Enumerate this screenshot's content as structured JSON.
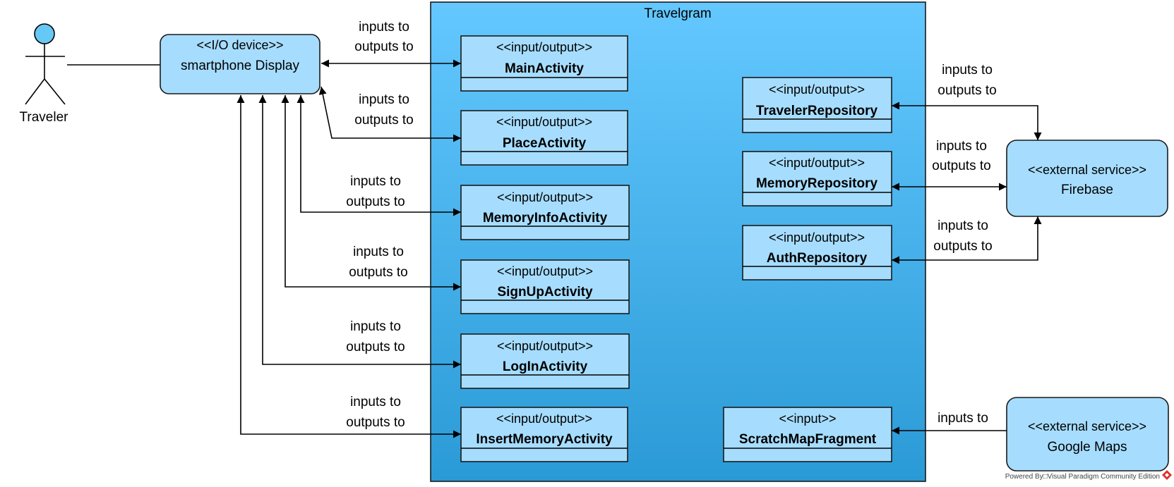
{
  "diagram": {
    "system_title": "Travelgram",
    "actor": {
      "name": "Traveler"
    },
    "devices": [
      {
        "stereotype": "<<I/O device>>",
        "name": "smartphone Display"
      }
    ],
    "external_services": [
      {
        "stereotype": "<<external service>>",
        "name": "Firebase"
      },
      {
        "stereotype": "<<external service>>",
        "name": "Google Maps"
      }
    ],
    "classes": [
      {
        "stereotype": "<<input/output>>",
        "name": "MainActivity"
      },
      {
        "stereotype": "<<input/output>>",
        "name": "PlaceActivity"
      },
      {
        "stereotype": "<<input/output>>",
        "name": "MemoryInfoActivity"
      },
      {
        "stereotype": "<<input/output>>",
        "name": "SignUpActivity"
      },
      {
        "stereotype": "<<input/output>>",
        "name": "LogInActivity"
      },
      {
        "stereotype": "<<input/output>>",
        "name": "InsertMemoryActivity"
      },
      {
        "stereotype": "<<input/output>>",
        "name": "TravelerRepository"
      },
      {
        "stereotype": "<<input/output>>",
        "name": "MemoryRepository"
      },
      {
        "stereotype": "<<input/output>>",
        "name": "AuthRepository"
      },
      {
        "stereotype": "<<input>>",
        "name": "ScratchMapFragment"
      }
    ],
    "connection_labels": [
      {
        "line1": "inputs to",
        "line2": "outputs to"
      },
      {
        "line1": "inputs to",
        "line2": "outputs to"
      },
      {
        "line1": "inputs to",
        "line2": "outputs to"
      },
      {
        "line1": "inputs to",
        "line2": "outputs to"
      },
      {
        "line1": "inputs to",
        "line2": "outputs to"
      },
      {
        "line1": "inputs to",
        "line2": "outputs to"
      },
      {
        "line1": "inputs to",
        "line2": "outputs to"
      },
      {
        "line1": "inputs to",
        "line2": "outputs to"
      },
      {
        "line1": "inputs to",
        "line2": "outputs to"
      },
      {
        "line1": "inputs to",
        "line2": ""
      }
    ],
    "watermark": "Powered By□Visual Paradigm Community Edition"
  },
  "colors": {
    "system_gradient_top": "#64c8ff",
    "system_gradient_bottom": "#2a9ad6",
    "box_fill": "#a6ddff",
    "actor_fill": "#66c8f5"
  }
}
